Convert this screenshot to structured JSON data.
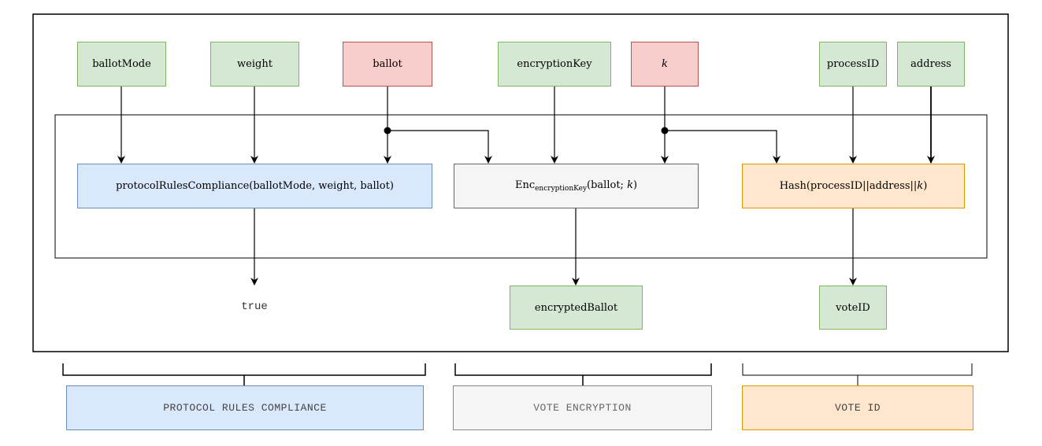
{
  "inputs": {
    "ballot_mode": "ballotMode",
    "weight": "weight",
    "ballot": "ballot",
    "encryption_key": "encryptionKey",
    "k": "k",
    "process_id": "processID",
    "address": "address"
  },
  "functions": {
    "protocol_rules": "protocolRulesCompliance(ballotMode, weight, ballot)",
    "enc_prefix": "Enc",
    "enc_sub": "encryptionKey",
    "enc_args": "(ballot; ",
    "enc_k": "k",
    "enc_close": ")",
    "hash_prefix": "Hash(processID||address||",
    "hash_k": "k",
    "hash_close": ")"
  },
  "outputs": {
    "true_value": "true",
    "encrypted_ballot": "encryptedBallot",
    "vote_id": "voteID"
  },
  "sections": {
    "protocol": "PROTOCOL RULES COMPLIANCE",
    "encryption": "VOTE ENCRYPTION",
    "vote_id": "VOTE ID"
  },
  "colors": {
    "input_public": "#d5e8d4",
    "input_secret": "#f8cecc",
    "protocol": "#dae8fc",
    "encryption": "#f5f5f5",
    "hash": "#ffe6cc"
  }
}
